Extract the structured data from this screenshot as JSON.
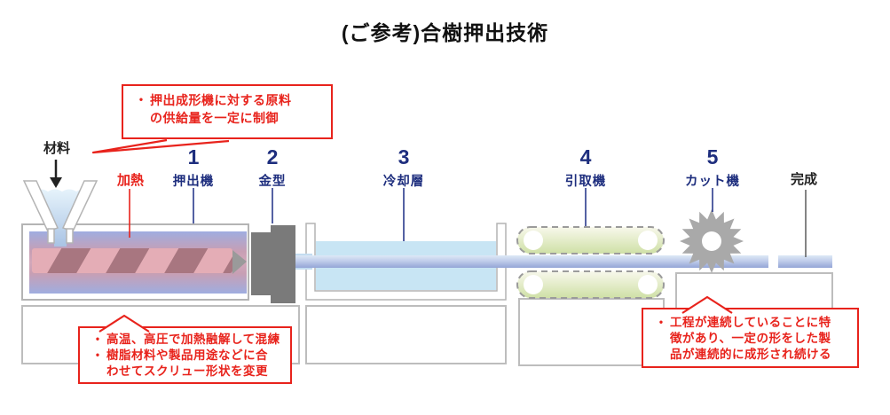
{
  "title": "(ご参考)合樹押出技術",
  "labels": {
    "material": "材料",
    "heating": "加熱",
    "finished": "完成"
  },
  "steps": [
    {
      "number": "1",
      "name": "押出機"
    },
    {
      "number": "2",
      "name": "金型"
    },
    {
      "number": "3",
      "name": "冷却層"
    },
    {
      "number": "4",
      "name": "引取機"
    },
    {
      "number": "5",
      "name": "カット機"
    }
  ],
  "callouts": {
    "feed": {
      "items": [
        "押出成形機に対する原料\nの供給量を一定に制御"
      ]
    },
    "extruder": {
      "items": [
        "高温、高圧で加熱融解して混練",
        "樹脂材料や製品用途などに合\nわせてスクリュー形状を変更"
      ]
    },
    "continuous": {
      "items": [
        "工程が連続していることに特\n徴があり、一定の形をした製\n品が連続的に成形され続ける"
      ]
    }
  },
  "glyphs": {
    "bullet": "•"
  },
  "colors": {
    "accent_red": "#e8231c",
    "navy": "#1e2e7e",
    "water_blue": "#c8e5f4",
    "strand_blue": "#9aaad8",
    "machine_gray": "#7a7a7a",
    "roller_green": "#cfe0a6"
  }
}
